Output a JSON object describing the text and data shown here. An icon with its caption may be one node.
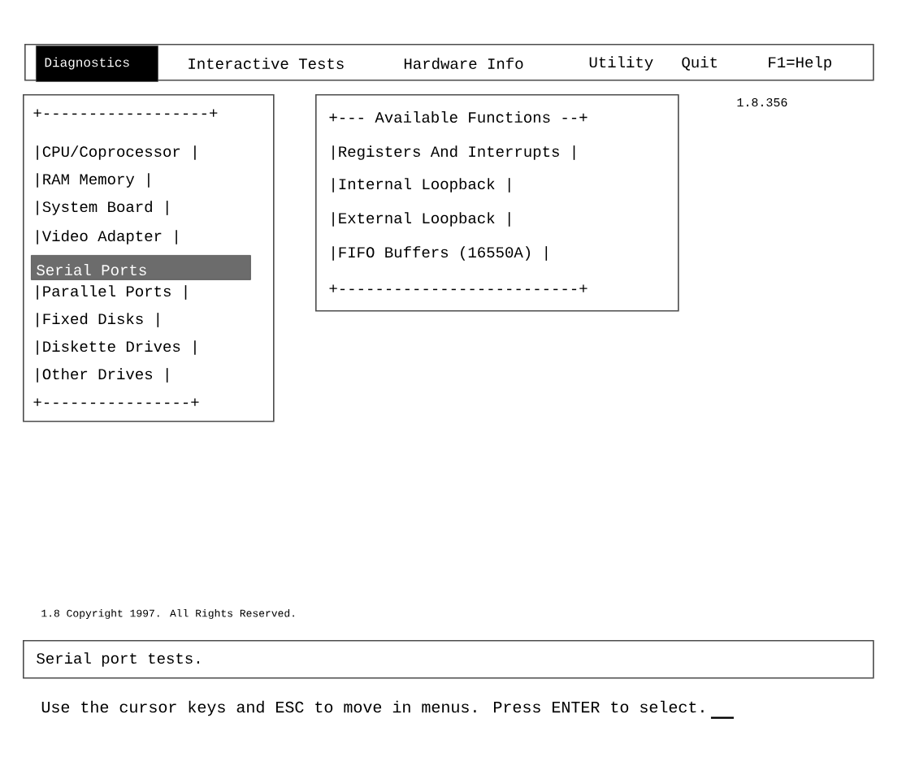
{
  "diagram": {
    "nodes": [
      {
        "text": [
          "Interactive Tests",
          "Hardware Info",
          "Utility",
          "Quit",
          "F1=Help"
        ]
      },
      {
        "text": [
          "Diagnostics"
        ],
        "in": 0
      },
      {
        "text": [
          "+------------------+",
          "|CPU/Coprocessor |",
          "|RAM Memory |",
          "|System Board |",
          "|Video Adapter |",
          "|Parallel Ports |",
          "|Fixed Disks |",
          "|Diskette Drives |",
          "|Other Drives |",
          "+----------------+"
        ]
      },
      {
        "text": [
          "Serial Ports"
        ],
        "in": 2
      },
      {
        "text": [
          "+--- Available Functions --+",
          "|Registers And Interrupts |",
          "|Internal Loopback |",
          "|External Loopback |",
          "|FIFO Buffers (16550A) |",
          "+--------------------------+"
        ]
      },
      {
        "text": [
          "Serial port tests."
        ]
      }
    ],
    "labels": [
      "1.8.356",
      "1.8 Copyright 1997. All Rights Reserved.",
      "Use the cursor keys and ESC to move in menus. Press ENTER to select."
    ]
  }
}
